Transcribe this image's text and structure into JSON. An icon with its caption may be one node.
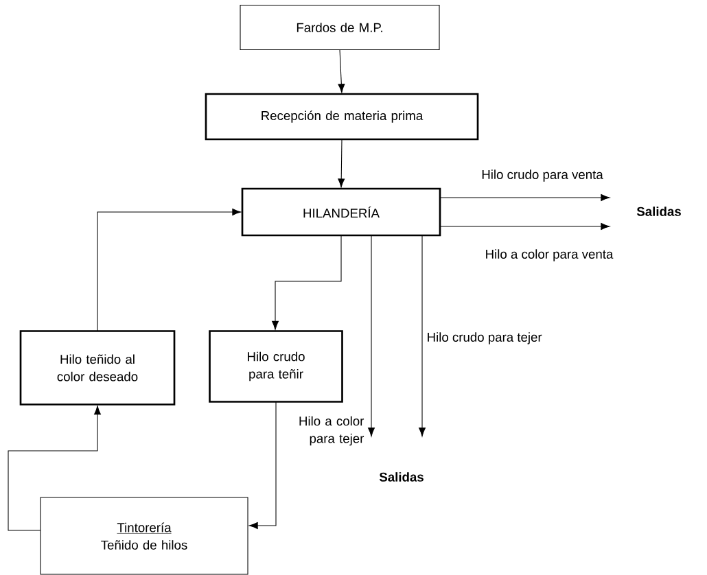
{
  "diagram": {
    "nodes": [
      {
        "text": [
          "Fardos de M.P."
        ]
      },
      {
        "text": [
          "Recepción de materia prima"
        ]
      },
      {
        "text": [
          "HILANDERÍA"
        ]
      },
      {
        "text": [
          "Hilo teñido al color deseado"
        ]
      },
      {
        "text": [
          "Hilo crudo para teñir"
        ]
      },
      {
        "text": [
          "Tintorería",
          "Teñido de hilos"
        ]
      },
      {
        "text": [
          "Salidas"
        ]
      },
      {
        "text": [
          "Salidas"
        ]
      }
    ],
    "edges": [
      {
        "from": 0,
        "to": 1,
        "arrow": "to"
      },
      {
        "from": 1,
        "to": 2,
        "arrow": "to"
      },
      {
        "from": 2,
        "to": 6,
        "arrow": "to",
        "label": "Hilo crudo para venta"
      },
      {
        "from": 2,
        "to": 6,
        "arrow": "to",
        "label": "Hilo a color para venta"
      },
      {
        "from": 2,
        "to": 4,
        "arrow": "to"
      },
      {
        "from": 2,
        "to": 7,
        "arrow": "to",
        "label": "Hilo a color para tejer"
      },
      {
        "from": 2,
        "to": 7,
        "arrow": "to",
        "label": "Hilo crudo para tejer"
      },
      {
        "from": 4,
        "to": 5,
        "arrow": "to"
      },
      {
        "from": 5,
        "to": 3,
        "arrow": "to"
      },
      {
        "from": 3,
        "to": 2,
        "arrow": "to"
      }
    ]
  }
}
